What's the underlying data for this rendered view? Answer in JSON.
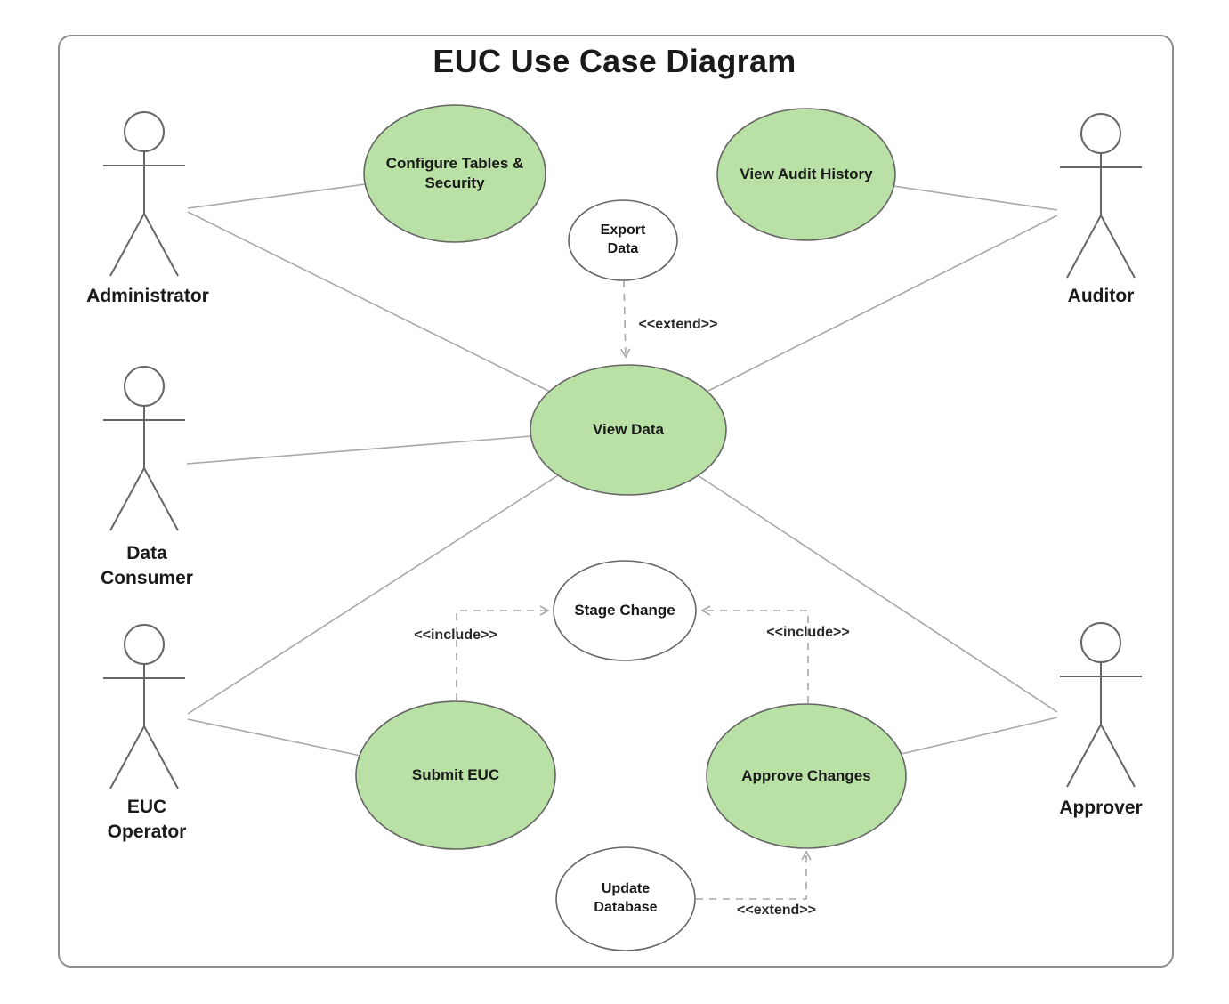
{
  "title": "EUC Use Case Diagram",
  "colors": {
    "usecase_fill_green": "#b9e0a5",
    "usecase_fill_white": "#ffffff",
    "shape_stroke": "#666666",
    "line_gray": "#a8a8a8",
    "text_dark": "#1a1a1a"
  },
  "actors": [
    {
      "id": "administrator",
      "label": "Administrator"
    },
    {
      "id": "auditor",
      "label": "Auditor"
    },
    {
      "id": "data-consumer",
      "label": "Data\nConsumer"
    },
    {
      "id": "euc-operator",
      "label": "EUC\nOperator"
    },
    {
      "id": "approver",
      "label": "Approver"
    }
  ],
  "use_cases": [
    {
      "id": "configure-tables-security",
      "label": "Configure Tables &\nSecurity",
      "fill": "green"
    },
    {
      "id": "view-audit-history",
      "label": "View Audit History",
      "fill": "green"
    },
    {
      "id": "export-data",
      "label": "Export\nData",
      "fill": "white"
    },
    {
      "id": "view-data",
      "label": "View Data",
      "fill": "green"
    },
    {
      "id": "stage-change",
      "label": "Stage Change",
      "fill": "white"
    },
    {
      "id": "submit-euc",
      "label": "Submit EUC",
      "fill": "green"
    },
    {
      "id": "approve-changes",
      "label": "Approve Changes",
      "fill": "green"
    },
    {
      "id": "update-database",
      "label": "Update\nDatabase",
      "fill": "white"
    }
  ],
  "relations": {
    "export_extend": {
      "label": "<<extend>>",
      "from": "export-data",
      "to": "view-data"
    },
    "submit_include": {
      "label": "<<include>>",
      "from": "submit-euc",
      "to": "stage-change"
    },
    "approve_include": {
      "label": "<<include>>",
      "from": "approve-changes",
      "to": "stage-change"
    },
    "update_extend": {
      "label": "<<extend>>",
      "from": "update-database",
      "to": "approve-changes"
    }
  }
}
